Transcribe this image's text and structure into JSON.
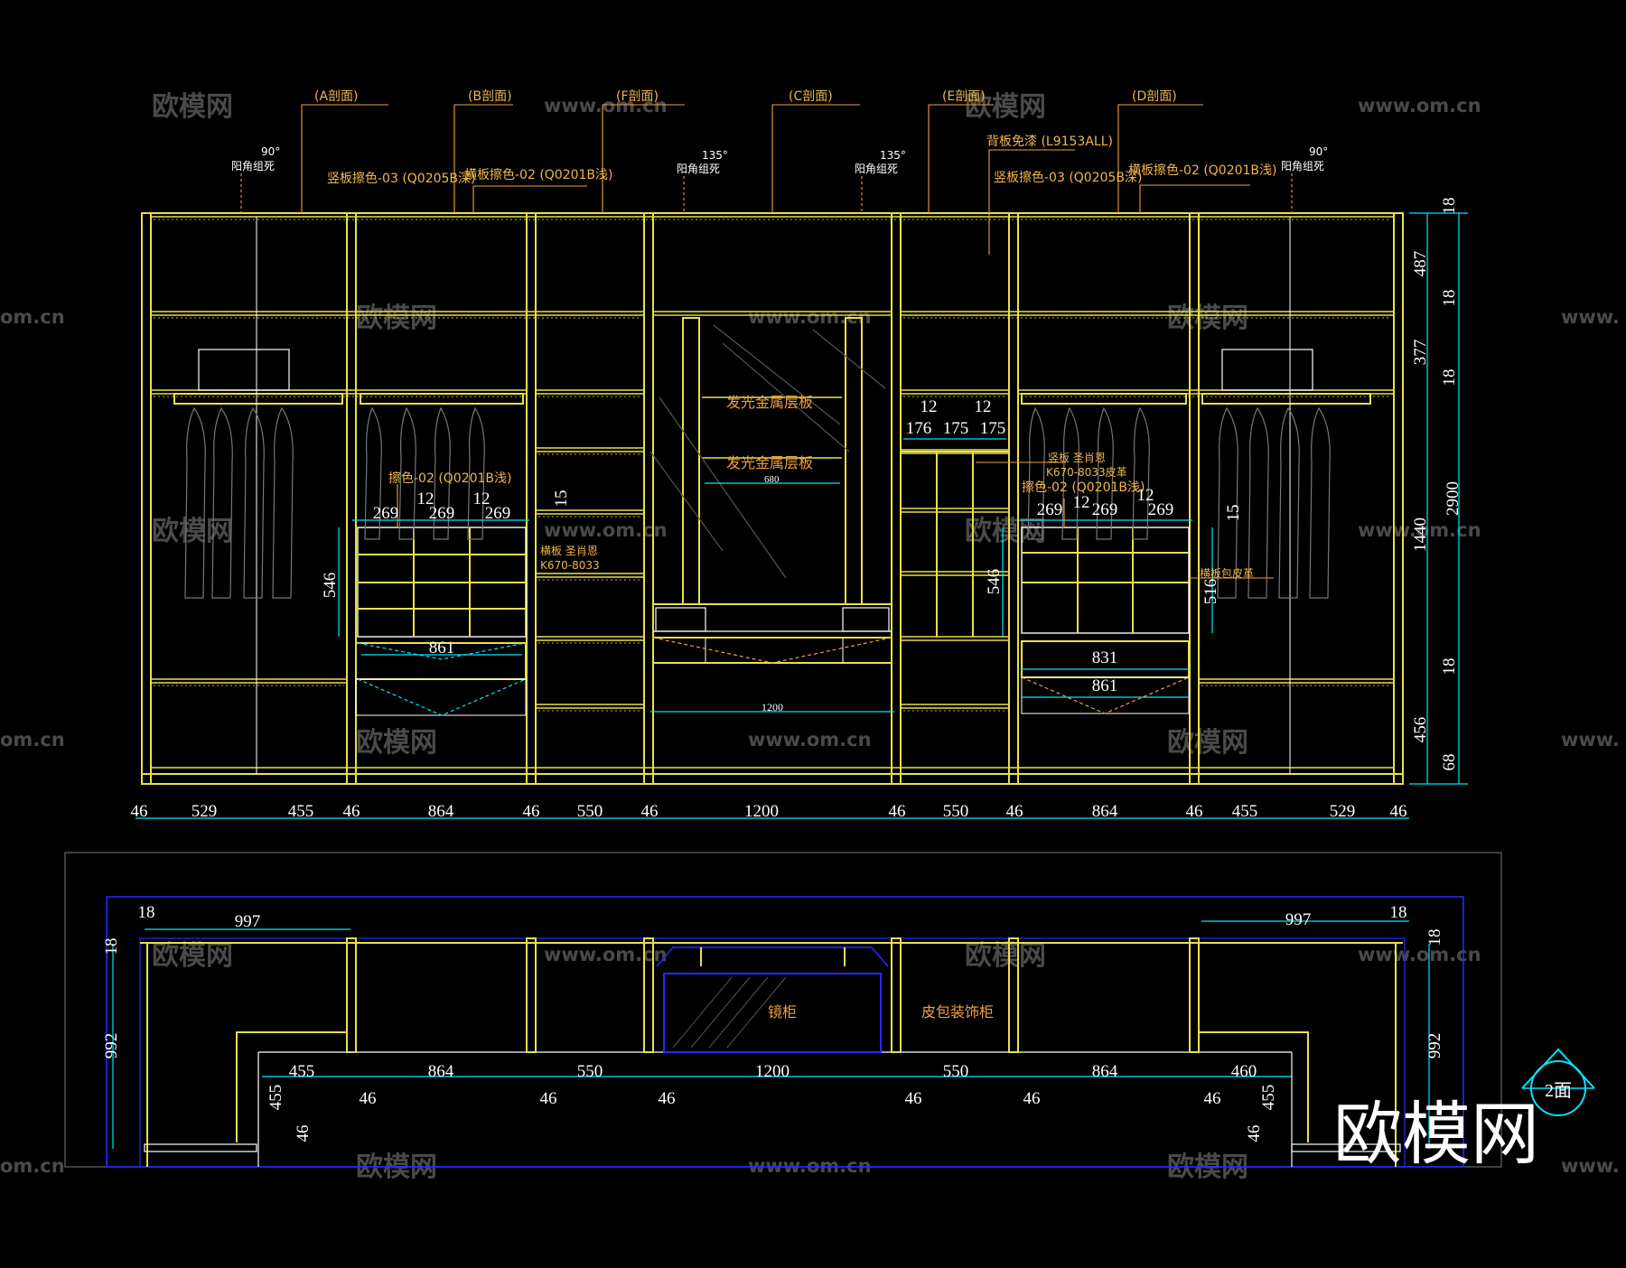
{
  "colors": {
    "background": "#000000",
    "cabinet": "#e8e04a",
    "dimension": "#00e5ff",
    "leader": "#f0a040",
    "annotation_text": "#f0b64a",
    "blue_outline": "#2828ff",
    "white": "#ffffff"
  },
  "sections": {
    "a": "(A剖面)",
    "b": "(B剖面)",
    "f": "(F剖面)",
    "c": "(C剖面)",
    "e": "(E剖面)",
    "d": "(D剖面)"
  },
  "angles": {
    "left": "90°",
    "left_text": "阳角组死",
    "mid1": "135°",
    "mid1_text": "阳角组死",
    "mid2": "135°",
    "mid2_text": "阳角组死",
    "right": "90°",
    "right_text": "阳角组死"
  },
  "annotations": {
    "vert_panel_left": "竖板擦色-03 (Q0205B深)",
    "horiz_panel_left": "横板擦色-02 (Q0201B浅)",
    "back_panel": "背板免漆 (L9153ALL)",
    "vert_panel_right": "竖板擦色-03 (Q0205B深)",
    "horiz_panel_right": "横板擦色-02 (Q0201B浅)",
    "wipe_color_left": "擦色-02 (Q0201B浅)",
    "wipe_color_right": "擦色-02 (Q0201B浅)",
    "glow_shelf_1": "发光金属层板",
    "glow_shelf_2": "发光金属层板",
    "glow_dim": "680",
    "horiz_board_leather": "横板 圣肖恩",
    "horiz_board_code": "K670-8033",
    "vert_board_leather": "竖板 圣肖恩",
    "vert_board_code": "K670-8033皮革",
    "leather_wrap": "横板包皮革",
    "mirror_cabinet": "镜柜",
    "bag_cabinet": "皮包装饰柜",
    "view_badge": "2面"
  },
  "elevation_bottom_dims": [
    "46",
    "529",
    "455",
    "46",
    "864",
    "46",
    "550",
    "46",
    "1200",
    "46",
    "550",
    "46",
    "864",
    "46",
    "455",
    "529",
    "46"
  ],
  "elevation_right_dims": [
    "18",
    "487",
    "18",
    "377",
    "18",
    "1440",
    "18",
    "456",
    "68"
  ],
  "elevation_total_height": "2900",
  "inner_dims": {
    "l_269a": "269",
    "l_12a": "12",
    "l_269b": "269",
    "l_12b": "12",
    "l_269c": "269",
    "l_15": "15",
    "l_546": "546",
    "l_861": "861",
    "c_1200": "1200",
    "r_12a": "12",
    "r_12b": "12",
    "r_176": "176",
    "r_175a": "175",
    "r_175b": "175",
    "r_546": "546",
    "r_269a": "269",
    "r_12c": "12",
    "r_269b": "269",
    "r_12d": "12",
    "r_269c": "269",
    "r_15": "15",
    "r_516": "516",
    "r_831": "831",
    "r_861": "861"
  },
  "plan_dims": {
    "top_18_left": "18",
    "top_997_left": "997",
    "top_997_right": "997",
    "top_18_right": "18",
    "left_18": "18",
    "left_992": "992",
    "right_18": "18",
    "right_992": "992",
    "row": [
      "455",
      "864",
      "550",
      "1200",
      "550",
      "864",
      "460"
    ],
    "posts": [
      "46",
      "46",
      "46",
      "46",
      "46",
      "46"
    ],
    "left_455": "455",
    "left_46": "46",
    "right_455": "455",
    "right_46": "46"
  },
  "watermarks": {
    "brand": "欧模网",
    "url": "www.om.cn",
    "url_partial": "om.cn",
    "url_prefix": "www."
  },
  "logo": "欧模网"
}
